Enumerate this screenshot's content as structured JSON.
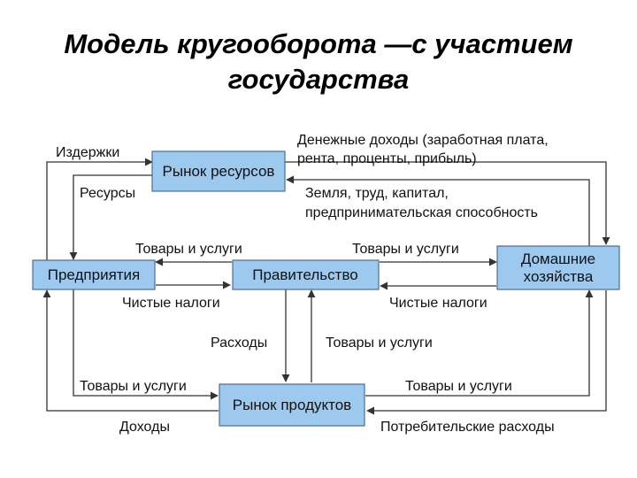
{
  "title": {
    "line1": "Модель кругооборота —с участием",
    "line2": "государства"
  },
  "diagram": {
    "nodes": {
      "resource_market": "Рынок ресурсов",
      "firms": "Предприятия",
      "government": "Правительство",
      "households_line1": "Домашние",
      "households_line2": "хозяйства",
      "product_market": "Рынок продуктов"
    },
    "labels": {
      "costs": "Издержки",
      "resources": "Ресурсы",
      "money_income_line1": "Денежные доходы (заработная плата,",
      "money_income_line2": "рента, проценты, прибыль)",
      "factors_line1": "Земля, труд, капитал,",
      "factors_line2": "предпринимательская способность",
      "goods_services_gov_to_firms": "Товары и услуги",
      "goods_services_gov_to_households": "Товары и услуги",
      "net_taxes_firms": "Чистые налоги",
      "net_taxes_households": "Чистые налоги",
      "expenditures": "Расходы",
      "goods_services_market_to_gov": "Товары и услуги",
      "goods_services_firms_to_market": "Товары и услуги",
      "goods_services_market_to_households": "Товары и услуги",
      "revenues": "Доходы",
      "consumer_spending": "Потребительские расходы"
    }
  },
  "colors": {
    "box_fill": "#9ec9ef",
    "box_border": "#4a6f98",
    "arrow": "#333333"
  }
}
